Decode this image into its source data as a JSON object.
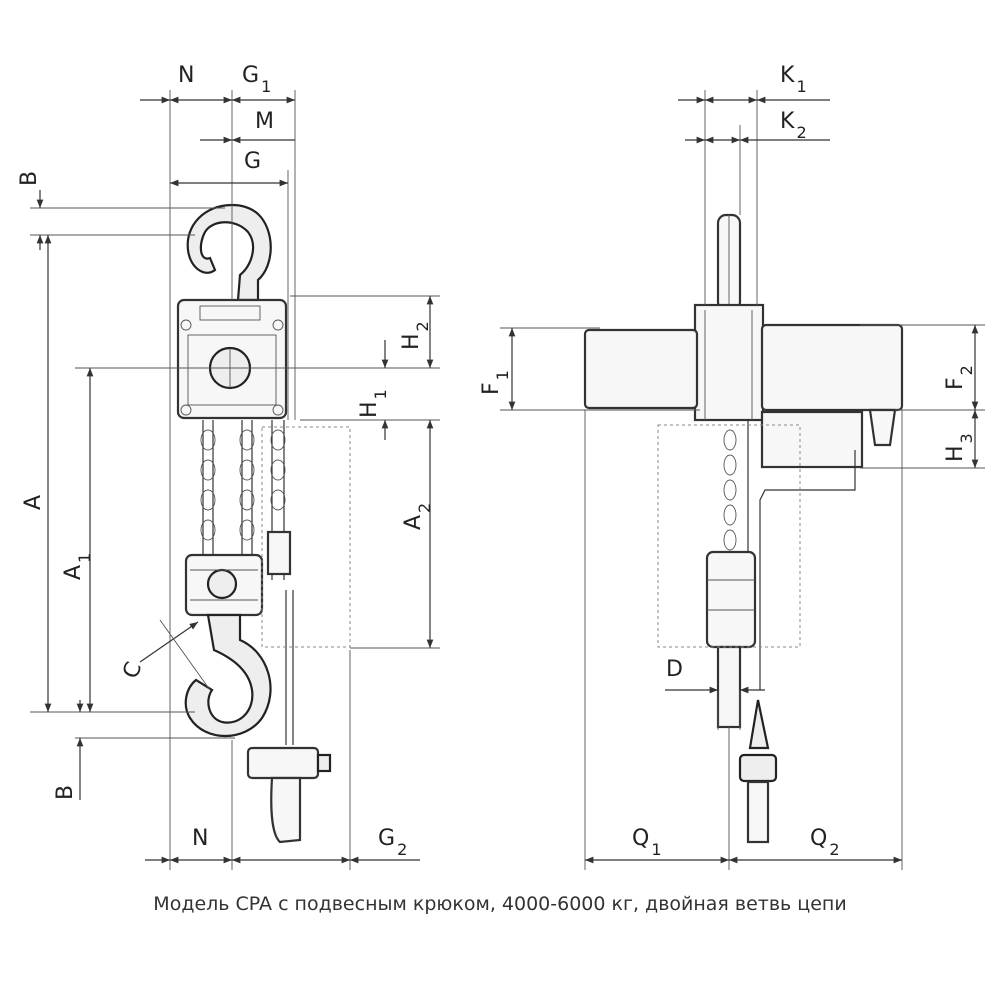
{
  "caption": "Модель CPA с подвесным крюком, 4000-6000 кг, двойная ветвь цепи",
  "labels": {
    "N": "N",
    "G": "G",
    "G1_main": "G",
    "G1_sub": "1",
    "M": "M",
    "B": "B",
    "A": "A",
    "A1_main": "A",
    "A1_sub": "1",
    "A2_main": "A",
    "A2_sub": "2",
    "H1_main": "H",
    "H1_sub": "1",
    "H2_main": "H",
    "H2_sub": "2",
    "C": "C",
    "G2_main": "G",
    "G2_sub": "2",
    "K1_main": "K",
    "K1_sub": "1",
    "K2_main": "K",
    "K2_sub": "2",
    "F1_main": "F",
    "F1_sub": "1",
    "F2_main": "F",
    "F2_sub": "2",
    "H3_main": "H",
    "H3_sub": "3",
    "D": "D",
    "Q1_main": "Q",
    "Q1_sub": "1",
    "Q2_main": "Q",
    "Q2_sub": "2"
  }
}
